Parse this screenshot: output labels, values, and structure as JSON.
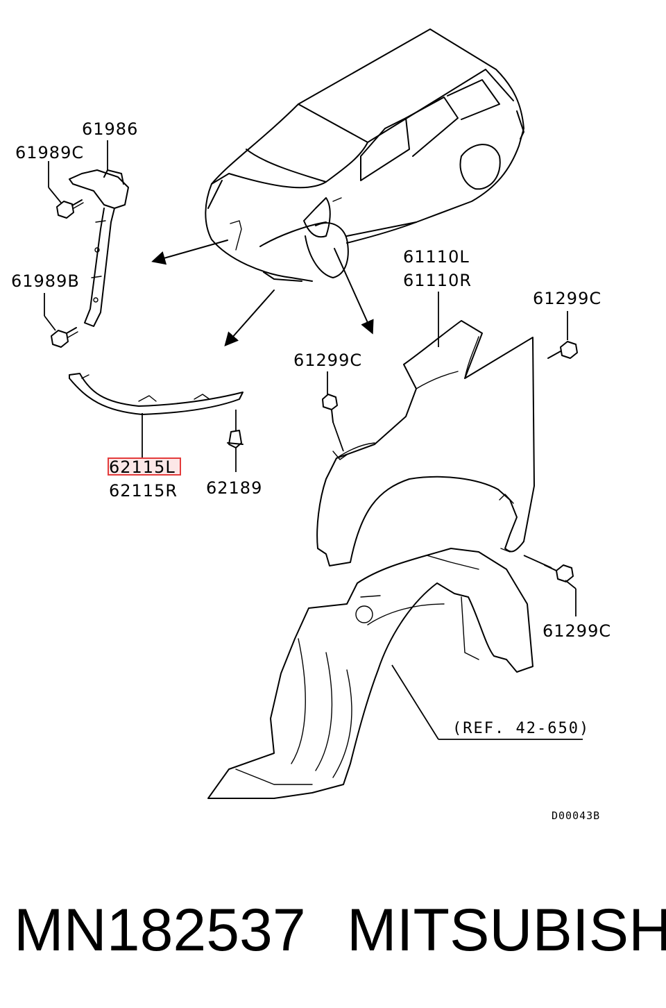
{
  "labels": {
    "p61986": "61986",
    "p61989C": "61989C",
    "p61989B": "61989B",
    "p62115L": "62115L",
    "p62115R": "62115R",
    "p62189": "62189",
    "p61110L": "61110L",
    "p61110R": "61110R",
    "p61299C_a": "61299C",
    "p61299C_b": "61299C",
    "p61299C_c": "61299C",
    "ref": "(REF. 42-650)",
    "code": "D00043B"
  },
  "highlight": {
    "part": "62115L",
    "color": "#e33b3b"
  },
  "footer": {
    "part_number": "MN182537",
    "brand": "MITSUBISHI"
  }
}
